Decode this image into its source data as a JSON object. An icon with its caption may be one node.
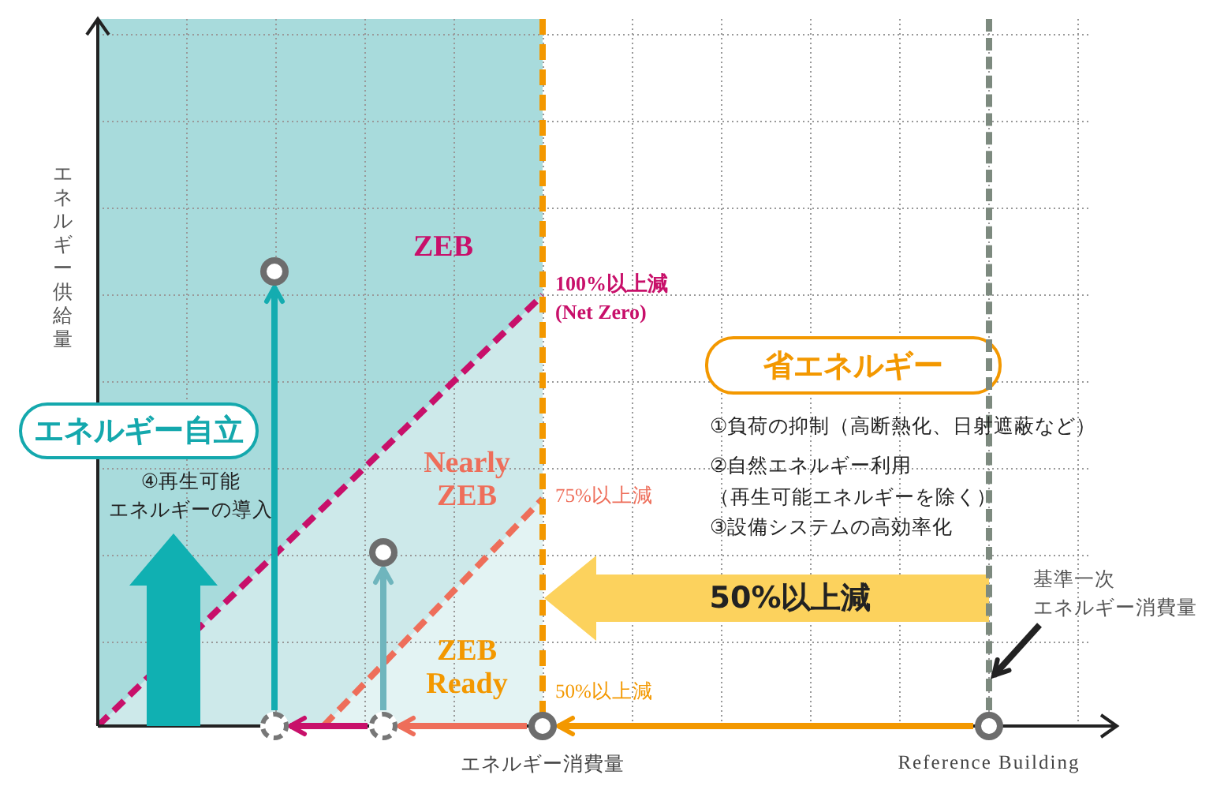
{
  "diagram": {
    "nodes": [
      {
        "text": [],
        "shape": "circle"
      },
      {
        "text": [],
        "shape": "circle"
      },
      {
        "text": [],
        "shape": "circle"
      },
      {
        "text": [],
        "shape": "circle"
      },
      {
        "text": [],
        "shape": "circle",
        "beside": [
          "エネルギー消費量"
        ]
      },
      {
        "text": [],
        "shape": "circle",
        "beside": [
          "Reference Building"
        ]
      },
      {
        "text": [
          "基準一次エネルギー消費量"
        ]
      },
      {
        "text": [
          "エネルギー自立"
        ]
      },
      {
        "text": [
          "省エネルギー"
        ]
      },
      {
        "text": [
          "50%以上減"
        ]
      },
      {
        "text": [
          "④再生可能エネルギーの導入"
        ]
      },
      {
        "text": [],
        "shape": "line"
      }
    ],
    "edges": [
      {
        "from": 5,
        "to": 4,
        "arrow": "to",
        "color": "#f39800"
      },
      {
        "from": 4,
        "to": 3,
        "arrow": "to",
        "color": "#ee6e5a"
      },
      {
        "from": 3,
        "to": 2,
        "arrow": "to",
        "color": "#c8106a"
      },
      {
        "from": 2,
        "to": 0,
        "arrow": "to",
        "color": "#14acb0"
      },
      {
        "from": 3,
        "to": 1,
        "arrow": "to",
        "color": "#6fb5bd"
      },
      {
        "from": 6,
        "to": 11,
        "arrow": "to",
        "color": "#222222"
      }
    ],
    "labels": [
      "エネルギー供給量",
      "ZEB",
      "100%以上減 (Net Zero)",
      "Nearly ZEB",
      "75%以上減",
      "ZEB Ready",
      "50%以上減",
      "①負荷の抑制（高断熱化、日射遮蔽など）",
      "②自然エネルギー利用（再生可能エネルギーを除く）",
      "③設備システムの高効率化"
    ]
  }
}
